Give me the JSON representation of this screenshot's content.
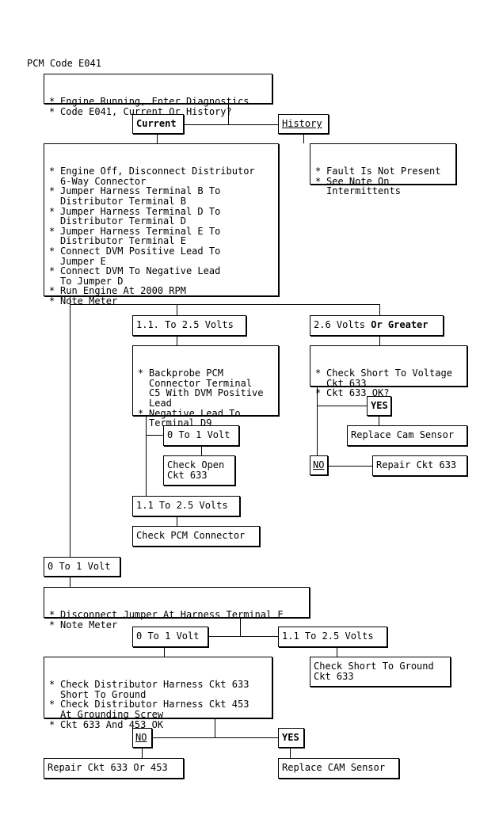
{
  "title": "PCM Code E041",
  "start": {
    "bullets": [
      "Engine Running, Enter Diagnostics",
      "Code E041, Current Or History?"
    ]
  },
  "current_label": "Current",
  "history_label": "History",
  "history_box": {
    "bullets": [
      "Fault Is Not Present",
      "See Note On\nIntermittents"
    ]
  },
  "setup_box": {
    "bullets": [
      "Engine Off, Disconnect Distributor\n6-Way Connector",
      "Jumper Harness Terminal B To\nDistributor Terminal B",
      "Jumper Harness Terminal D To\nDistributor Terminal D",
      "Jumper Harness Terminal E To\nDistributor Terminal E",
      "Connect DVM Positive Lead To\nJumper E",
      "Connect DVM To Negative Lead\nTo Jumper D",
      "Run Engine At 2000 RPM",
      "Note Meter"
    ]
  },
  "branch_mid": "1.1. To 2.5 Volts",
  "branch_high": {
    "prefix": "2.6 Volts ",
    "bold": "Or Greater"
  },
  "backprobe_box": {
    "bullets": [
      "Backprobe PCM\nConnector Terminal\nC5 With DVM Positive\nLead",
      "Negative Lead To\nTerminal D9"
    ]
  },
  "short_voltage_box": {
    "bullets": [
      "Check Short To Voltage\nCkt 633",
      "Ckt 633 OK?"
    ]
  },
  "yes_label": "YES",
  "no_label": "NO",
  "replace_cam_sensor": "Replace Cam Sensor",
  "repair_ckt_633": "Repair Ckt 633",
  "zero_to_one_a": "0 To 1 Volt",
  "check_open": "Check Open\nCkt 633",
  "mid_range_b": "1.1 To 2.5 Volts",
  "check_pcm_connector": "Check PCM Connector",
  "branch_low": "0 To 1 Volt",
  "disconnect_box": {
    "bullets": [
      "Disconnect Jumper At Harness Terminal E",
      "Note Meter"
    ]
  },
  "zero_to_one_b": "0 To 1 Volt",
  "mid_range_c": "1.1 To 2.5 Volts",
  "check_short_ground": "Check Short To Ground\nCkt 633",
  "distributor_box": {
    "bullets": [
      "Check Distributor Harness Ckt 633\nShort To Ground",
      "Check Distributor Harness Ckt 453\nAt Grounding Screw",
      "Ckt 633 And 453 OK"
    ]
  },
  "repair_ckt_633_453": "Repair Ckt 633 Or 453",
  "replace_cam_sensor_upper": "Replace CAM Sensor"
}
